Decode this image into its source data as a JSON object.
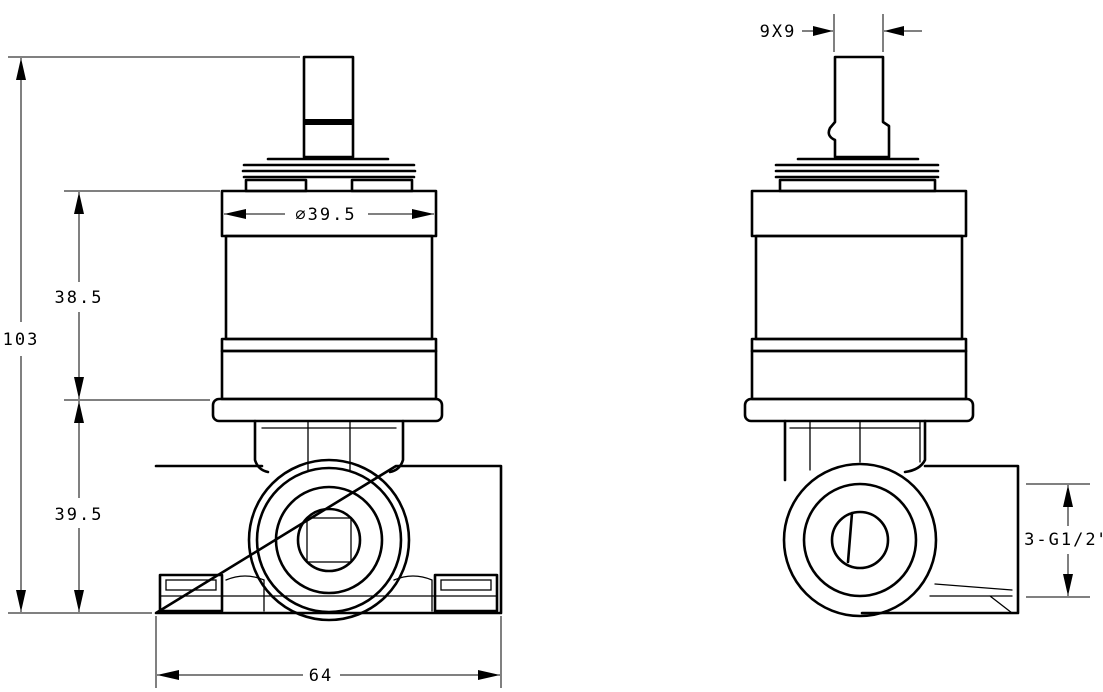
{
  "dimensions": {
    "overall_height": "103",
    "upper_height": "38.5",
    "lower_height": "39.5",
    "diameter": "∅39.5",
    "width": "64",
    "stem_size": "9X9",
    "ports": "3-G1/2\""
  }
}
